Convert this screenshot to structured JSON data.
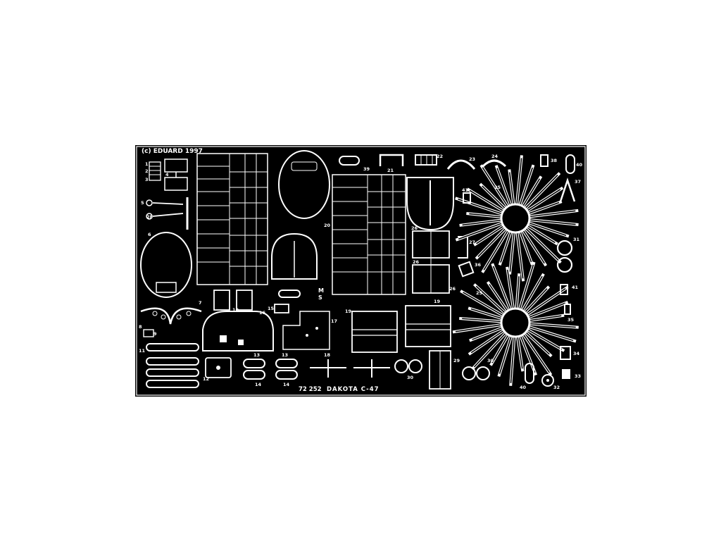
{
  "sheet": {
    "copyright": "(c) EDUARD 1997",
    "product_code": "72 252",
    "product_name": "DAKOTA C-47",
    "scale_marks": [
      "M",
      "S"
    ]
  },
  "part_numbers": {
    "p1": "1",
    "p2": "2",
    "p3": "3",
    "p4": "4",
    "p5": "5",
    "p6": "6",
    "p7": "7",
    "p8": "8",
    "p9": "9",
    "p10": "10",
    "p11": "11",
    "p12": "12",
    "p13a": "13",
    "p13b": "13",
    "p14a": "14",
    "p14b": "14",
    "p15": "15",
    "p16": "16",
    "p17": "17",
    "p18": "18",
    "p19a": "19",
    "p19b": "19",
    "p20": "20",
    "p21": "21",
    "p22": "22",
    "p23": "23",
    "p24": "24",
    "p25a": "25",
    "p25b": "25",
    "p26a": "26",
    "p26b": "26",
    "p26c": "26",
    "p27": "27",
    "p28": "28",
    "p29": "29",
    "p30a": "30",
    "p30b": "30",
    "p31": "31",
    "p32": "32",
    "p33": "33",
    "p34": "34",
    "p35": "35",
    "p36": "36",
    "p37": "37",
    "p38": "38",
    "p39": "39",
    "p40a": "40",
    "p40b": "40",
    "p41a": "41",
    "p41b": "41"
  },
  "colors": {
    "fret": "#000000",
    "etch": "#ffffff",
    "paper": "#ffffff"
  }
}
